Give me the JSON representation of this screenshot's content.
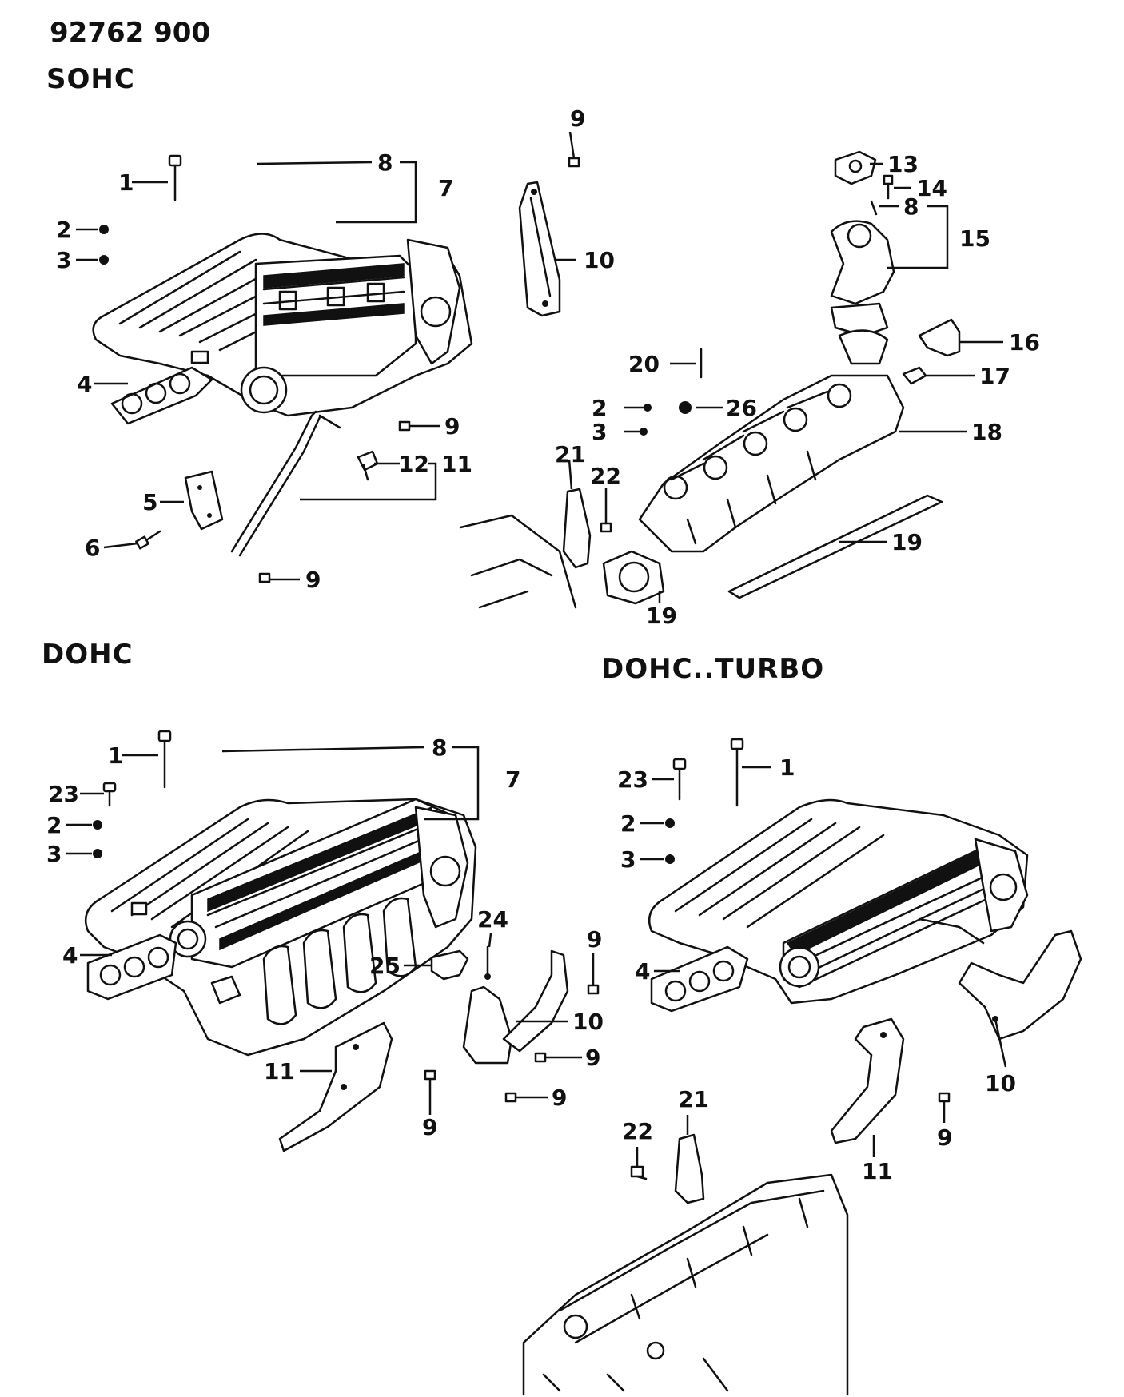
{
  "document_number": "92762 900",
  "sections": {
    "sohc": "SOHC",
    "dohc": "DOHC",
    "dohc_turbo": "DOHC..TURBO"
  },
  "callouts": {
    "sohc": [
      "1",
      "2",
      "3",
      "4",
      "5",
      "6",
      "7",
      "8",
      "9",
      "9",
      "9",
      "10",
      "11",
      "12",
      "13",
      "14",
      "8",
      "15",
      "16",
      "17",
      "18",
      "19",
      "19",
      "20",
      "2",
      "26",
      "3",
      "21",
      "22"
    ],
    "dohc": [
      "1",
      "23",
      "2",
      "3",
      "4",
      "7",
      "8",
      "24",
      "25",
      "9",
      "10",
      "9",
      "9",
      "9",
      "11"
    ],
    "dohc_turbo": [
      "23",
      "1",
      "2",
      "3",
      "4",
      "9",
      "10",
      "11",
      "21",
      "22"
    ]
  },
  "colors": {
    "ink": "#111111",
    "paper": "#ffffff"
  }
}
